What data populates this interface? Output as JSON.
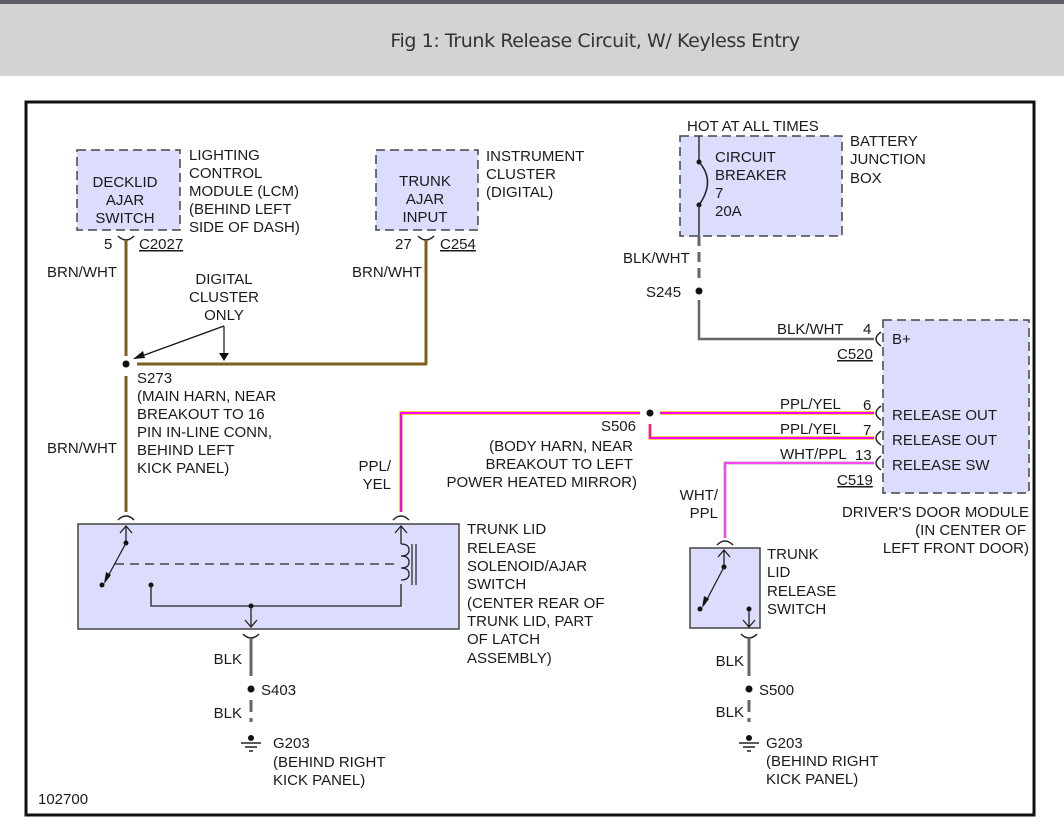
{
  "header": {
    "title": "Fig 1: Trunk Release Circuit, W/ Keyless Entry"
  },
  "colors": {
    "brn_wht": "#7d5f1e",
    "ppl_yel": "#ff00ff",
    "ppl_yel_stripe": "#e6c200",
    "wht_ppl": "#ff33ff",
    "blk": "#666666",
    "component_fill": "#dcdcfc",
    "frame": "#111111"
  },
  "figure_id": "102700",
  "components": {
    "decklid": {
      "lines": [
        "DECKLID",
        "AJAR",
        "SWITCH"
      ],
      "desc": [
        "LIGHTING",
        "CONTROL",
        "MODULE (LCM)",
        "(BEHIND LEFT",
        "SIDE OF DASH)"
      ],
      "pin": "5",
      "connector": "C2027"
    },
    "cluster": {
      "lines": [
        "TRUNK",
        "AJAR",
        "INPUT"
      ],
      "desc": [
        "INSTRUMENT",
        "CLUSTER",
        "(DIGITAL)"
      ],
      "pin": "27",
      "connector": "C254"
    },
    "bjb": {
      "hot": "HOT AT ALL TIMES",
      "lines": [
        "CIRCUIT",
        "BREAKER",
        "7",
        "20A"
      ],
      "desc": [
        "BATTERY",
        "JUNCTION",
        "BOX"
      ]
    },
    "ddm": {
      "pins": [
        {
          "num": "4",
          "label": "B+",
          "wire": "BLK/WHT"
        },
        {
          "num": "6",
          "label": "RELEASE OUT",
          "wire": "PPL/YEL"
        },
        {
          "num": "7",
          "label": "RELEASE OUT",
          "wire": "PPL/YEL"
        },
        {
          "num": "13",
          "label": "RELEASE SW",
          "wire": "WHT/PPL"
        }
      ],
      "connector_b": "C520",
      "connector_a": "C519",
      "desc": [
        "DRIVER'S DOOR MODULE",
        "(IN CENTER OF",
        "LEFT FRONT DOOR)"
      ]
    },
    "solenoid": {
      "desc": [
        "TRUNK LID",
        "RELEASE",
        "SOLENOID/AJAR",
        "SWITCH",
        "(CENTER REAR OF",
        "TRUNK LID, PART",
        "OF LATCH",
        "ASSEMBLY)"
      ]
    },
    "release_switch": {
      "desc": [
        "TRUNK",
        "LID",
        "RELEASE",
        "SWITCH"
      ]
    }
  },
  "wires": {
    "brn_wht": "BRN/WHT",
    "blk_wht": "BLK/WHT",
    "ppl_yel_split": [
      "PPL/",
      "YEL"
    ],
    "wht_ppl_split": [
      "WHT/",
      "PPL"
    ],
    "blk": "BLK"
  },
  "splices": {
    "s273": {
      "id": "S273",
      "desc": [
        "(MAIN HARN, NEAR",
        "BREAKOUT TO 16",
        "PIN IN-LINE CONN,",
        "BEHIND LEFT",
        "KICK PANEL)"
      ]
    },
    "s245": {
      "id": "S245"
    },
    "s506": {
      "id": "S506",
      "desc": [
        "(BODY HARN, NEAR",
        "BREAKOUT TO LEFT",
        "POWER HEATED MIRROR)"
      ]
    },
    "s403": {
      "id": "S403"
    },
    "s500": {
      "id": "S500"
    }
  },
  "note_digital": [
    "DIGITAL",
    "CLUSTER",
    "ONLY"
  ],
  "grounds": {
    "left": {
      "id": "G203",
      "desc": [
        "(BEHIND RIGHT",
        "KICK PANEL)"
      ]
    },
    "right": {
      "id": "G203",
      "desc": [
        "(BEHIND RIGHT",
        "KICK PANEL)"
      ]
    }
  }
}
